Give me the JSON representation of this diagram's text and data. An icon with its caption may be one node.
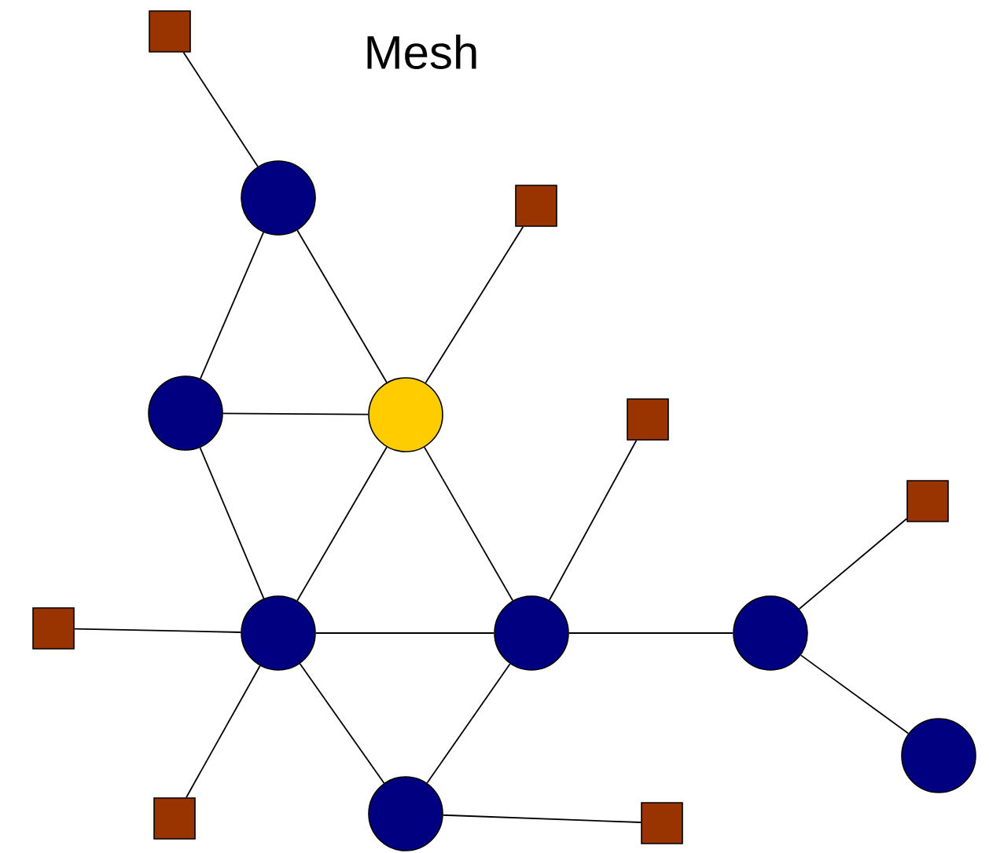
{
  "diagram": {
    "title": "Mesh",
    "nodes": [
      {
        "text": [],
        "shape": "box"
      },
      {
        "text": [],
        "shape": "circle"
      },
      {
        "text": [],
        "shape": "box"
      },
      {
        "text": [],
        "shape": "circle"
      },
      {
        "text": [],
        "shape": "circle"
      },
      {
        "text": [],
        "shape": "box"
      },
      {
        "text": [],
        "shape": "box"
      },
      {
        "text": [],
        "shape": "box"
      },
      {
        "text": [],
        "shape": "circle"
      },
      {
        "text": [],
        "shape": "circle"
      },
      {
        "text": [],
        "shape": "circle"
      },
      {
        "text": [],
        "shape": "circle"
      },
      {
        "text": [],
        "shape": "circle"
      },
      {
        "text": [],
        "shape": "box"
      },
      {
        "text": [],
        "shape": "box"
      }
    ],
    "edges": [
      {
        "from": 0,
        "to": 1,
        "arrow": "none"
      },
      {
        "from": 1,
        "to": 3,
        "arrow": "none"
      },
      {
        "from": 1,
        "to": 4,
        "arrow": "none"
      },
      {
        "from": 2,
        "to": 4,
        "arrow": "none"
      },
      {
        "from": 3,
        "to": 4,
        "arrow": "none"
      },
      {
        "from": 3,
        "to": 8,
        "arrow": "none"
      },
      {
        "from": 4,
        "to": 8,
        "arrow": "none"
      },
      {
        "from": 4,
        "to": 9,
        "arrow": "none"
      },
      {
        "from": 5,
        "to": 9,
        "arrow": "none"
      },
      {
        "from": 7,
        "to": 8,
        "arrow": "none"
      },
      {
        "from": 8,
        "to": 9,
        "arrow": "none"
      },
      {
        "from": 9,
        "to": 10,
        "arrow": "none"
      },
      {
        "from": 10,
        "to": 6,
        "arrow": "none"
      },
      {
        "from": 10,
        "to": 11,
        "arrow": "none"
      },
      {
        "from": 8,
        "to": 13,
        "arrow": "none"
      },
      {
        "from": 8,
        "to": 12,
        "arrow": "none"
      },
      {
        "from": 9,
        "to": 12,
        "arrow": "none"
      },
      {
        "from": 12,
        "to": 14,
        "arrow": "none"
      }
    ]
  }
}
